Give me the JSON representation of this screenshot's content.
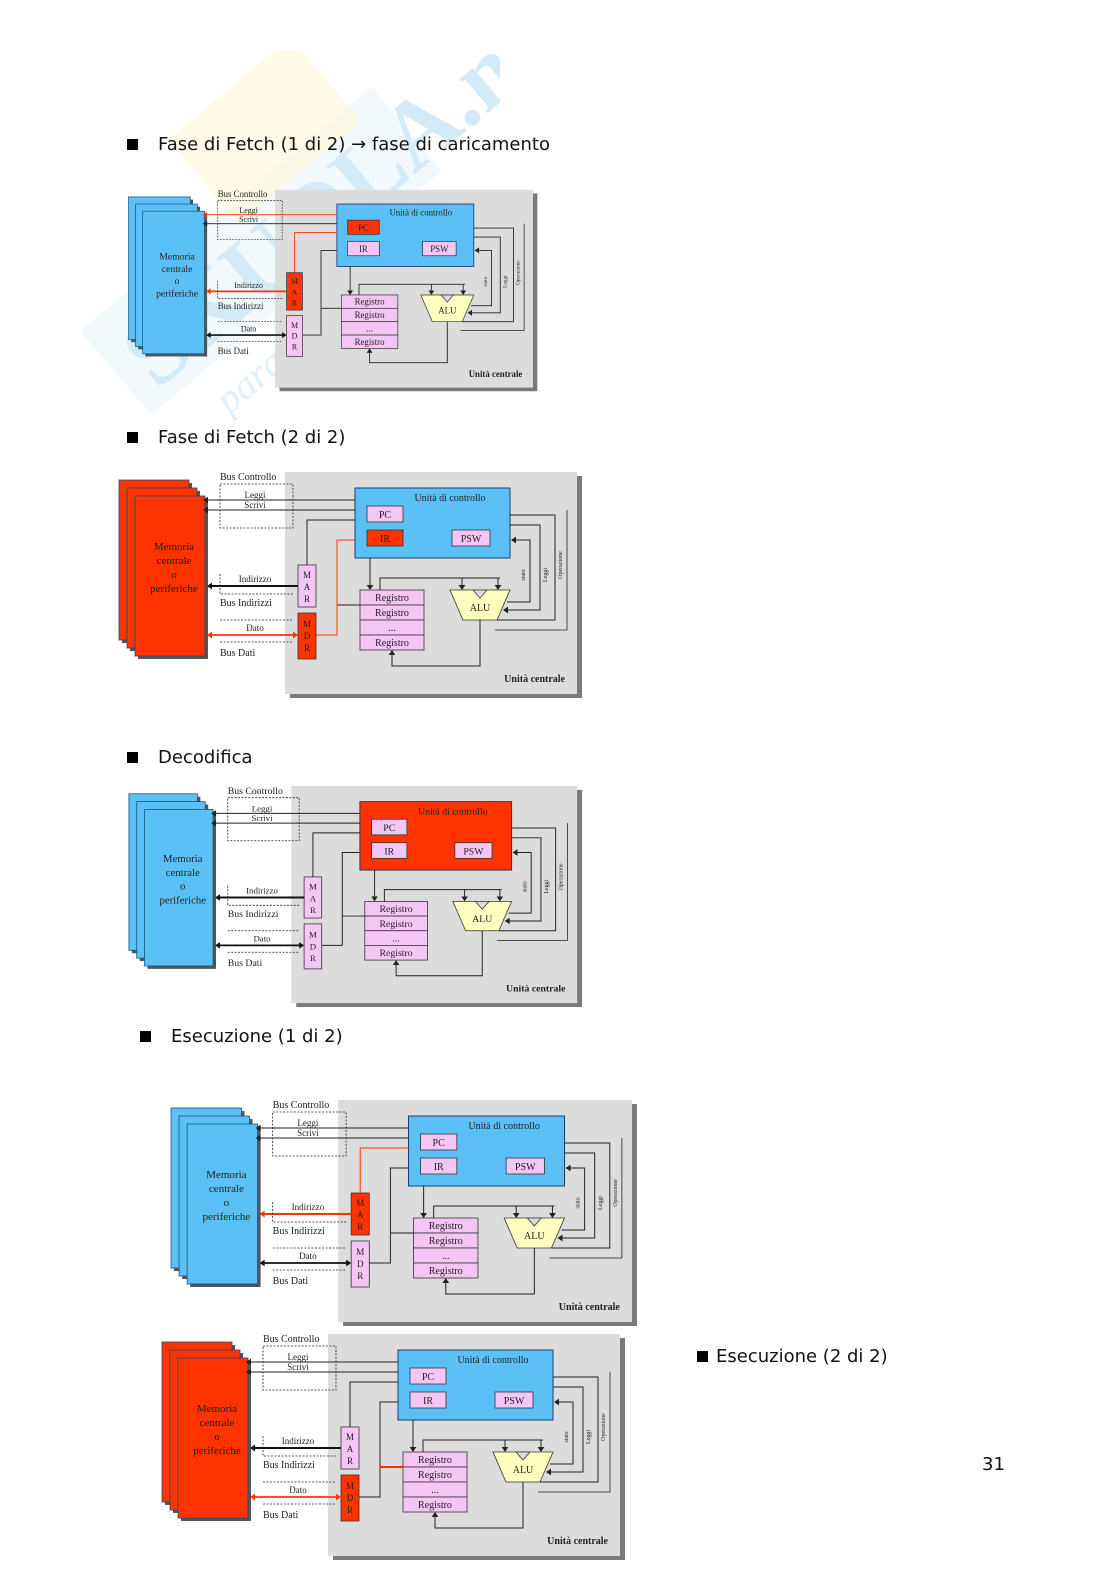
{
  "watermark": {
    "brand": "SKUOLA.net",
    "tagline": "paradise appunti"
  },
  "colors": {
    "active": "#ff3300",
    "memory_blue": "#5bc0f5",
    "control_blue": "#5bc0f5",
    "register_pink": "#f5c6f5",
    "alu_yellow": "#ffffc0",
    "panel_gray": "#dcdcdc",
    "line": "#222222"
  },
  "labels": {
    "bus_controllo": "Bus Controllo",
    "leggi": "Leggi",
    "scrivi": "Scrivi",
    "indirizzo": "Indirizzo",
    "bus_indirizzi": "Bus Indirizzi",
    "dato": "Dato",
    "bus_dati": "Bus Dati",
    "memoria_1": "Memoria",
    "memoria_2": "centrale",
    "memoria_3": "o",
    "memoria_4": "periferiche",
    "unita_controllo": "Unità di controllo",
    "pc": "PC",
    "ir": "IR",
    "psw": "PSW",
    "mar": [
      "M",
      "A",
      "R"
    ],
    "mdr": [
      "M",
      "D",
      "R"
    ],
    "registro": "Registro",
    "ellipsis": "...",
    "alu": "ALU",
    "unita_centrale": "Unità centrale",
    "stato": "stato",
    "flags": "Leggi",
    "operazione": "Operazione"
  },
  "sections": [
    {
      "title": "Fase di Fetch (1 di 2) → fase di caricamento",
      "diagram": {
        "memory": false,
        "control": false,
        "pc": true,
        "ir": false,
        "mar": true,
        "mdr": false,
        "leggi": true,
        "addr": true,
        "data": false,
        "ir_link": false,
        "mdr_reg": false
      }
    },
    {
      "title": "Fase di Fetch (2 di 2)",
      "diagram": {
        "memory": true,
        "control": false,
        "pc": false,
        "ir": true,
        "mar": false,
        "mdr": true,
        "leggi": false,
        "addr": false,
        "data": true,
        "ir_link": true,
        "mdr_reg": false
      }
    },
    {
      "title": "Decodifica",
      "diagram": {
        "memory": false,
        "control": true,
        "pc": false,
        "ir": false,
        "mar": false,
        "mdr": false,
        "leggi": false,
        "addr": false,
        "data": false,
        "ir_link": false,
        "mdr_reg": false
      }
    },
    {
      "title": "Esecuzione (1 di 2)",
      "diagram": {
        "memory": false,
        "control": false,
        "pc": false,
        "ir": false,
        "mar": true,
        "mdr": false,
        "leggi": false,
        "addr": true,
        "data": false,
        "ir_link": false,
        "mar_link": true,
        "mdr_reg": false
      }
    },
    {
      "title": "Esecuzione (2 di 2)",
      "diagram": {
        "memory": true,
        "control": false,
        "pc": false,
        "ir": false,
        "mar": false,
        "mdr": true,
        "leggi": false,
        "addr": false,
        "data": true,
        "ir_link": false,
        "mdr_reg": true
      }
    }
  ],
  "page_number": "31"
}
